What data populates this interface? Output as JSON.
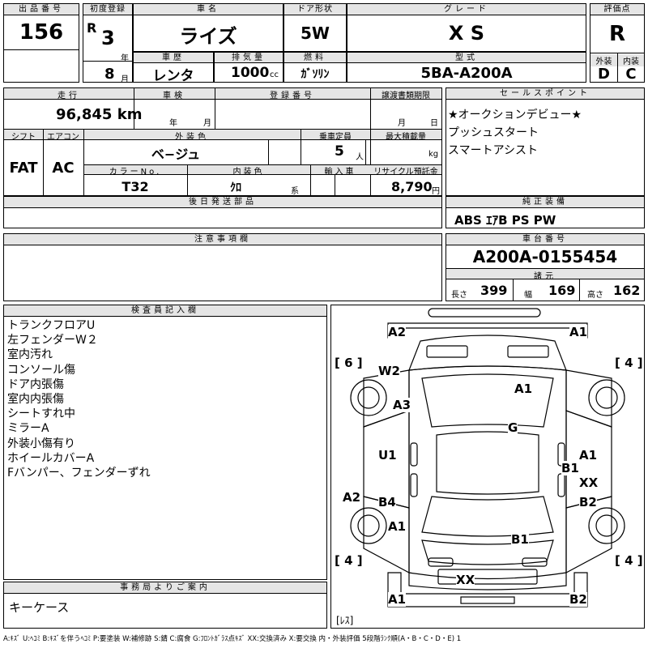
{
  "header": {
    "lot_label": "出品番号",
    "lot_value": "156",
    "first_reg_label": "初度登録",
    "era": "R",
    "year_value": "3",
    "year_unit": "年",
    "month_value": "8",
    "month_unit": "月",
    "car_name_label": "車名",
    "car_name": "ライズ",
    "history_label": "車歴",
    "history": "レンタ",
    "displacement_label": "排気量",
    "displacement": "1000",
    "displacement_unit": "cc",
    "door_label": "ドア形状",
    "door": "5W",
    "fuel_label": "燃料",
    "fuel": "ｶﾞｿﾘﾝ",
    "grade_label": "グレード",
    "grade": "X S",
    "model_label": "型式",
    "model": "5BA-A200A",
    "score_label": "評価点",
    "score": "R",
    "ext_label": "外装",
    "ext": "D",
    "int_label": "内装",
    "int": "C"
  },
  "row2": {
    "mileage_label": "走行",
    "mileage": "96,845 km",
    "inspection_label": "車検",
    "insp_year": "年",
    "insp_month": "月",
    "plate_label": "登録番号",
    "transfer_label": "譲渡書類期限",
    "transfer_month": "月",
    "transfer_day": "日",
    "shift_label": "シフト",
    "shift": "FAT",
    "ac_label": "エアコン",
    "ac": "AC",
    "color_label": "外装色",
    "color": "ベ−ジュ",
    "capacity_label": "乗車定員",
    "capacity": "5",
    "capacity_unit": "人",
    "load_label": "最大積載量",
    "load_unit": "kg",
    "color_no_label": "カラーNo.",
    "color_no": "T32",
    "int_color_label": "内装色",
    "int_color": "ｸﾛ",
    "int_color_unit": "系",
    "import_label": "輸入車",
    "recycle_label": "リサイクル預託金",
    "recycle": "8,790",
    "recycle_unit": "円",
    "later_label": "後日発送部品"
  },
  "sales_points": {
    "label": "セールスポイント",
    "items": [
      "★オークションデビュー★",
      "プッシュスタート",
      "スマートアシスト"
    ]
  },
  "equipment": {
    "label": "純正装備",
    "value": "ABS ｴｱB PS PW"
  },
  "notes": {
    "label": "注意事項欄"
  },
  "chassis": {
    "label": "車台番号",
    "value": "A200A-0155454",
    "dims_label": "諸元",
    "length_label": "長さ",
    "length": "399",
    "width_label": "幅",
    "width": "169",
    "height_label": "高さ",
    "height": "162"
  },
  "inspector": {
    "label": "検査員記入欄",
    "lines": [
      "トランクフロアU",
      "左フェンダーW２",
      "室内汚れ",
      "コンソール傷",
      "ドア内張傷",
      "室内内張傷",
      "シートすれ中",
      "ミラーA",
      "外装小傷有り",
      "ホイールカバーA",
      "Fバンパー、フェンダーずれ"
    ]
  },
  "office": {
    "label": "事務局よりご案内",
    "value": "キーケース"
  },
  "diagram": {
    "marks": [
      {
        "name": "mark-a2-top-left",
        "t": "A2"
      },
      {
        "name": "mark-a1-top-right",
        "t": "A1"
      },
      {
        "name": "mark-w2",
        "t": "W2"
      },
      {
        "name": "mark-a3",
        "t": "A3"
      },
      {
        "name": "mark-a1-roof",
        "t": "A1"
      },
      {
        "name": "mark-g",
        "t": "G"
      },
      {
        "name": "mark-u1",
        "t": "U1"
      },
      {
        "name": "mark-a1-right",
        "t": "A1"
      },
      {
        "name": "mark-b1-right",
        "t": "B1"
      },
      {
        "name": "mark-xx-right",
        "t": "XX"
      },
      {
        "name": "mark-a2-left",
        "t": "A2"
      },
      {
        "name": "mark-b4",
        "t": "B4"
      },
      {
        "name": "mark-b2-right",
        "t": "B2"
      },
      {
        "name": "mark-a1-left",
        "t": "A1"
      },
      {
        "name": "mark-b1-hood",
        "t": "B1"
      },
      {
        "name": "mark-xx-bottom",
        "t": "XX"
      },
      {
        "name": "mark-a1-bottom-left",
        "t": "A1"
      },
      {
        "name": "mark-b2-bottom-right",
        "t": "B2"
      }
    ],
    "tire_tl": "[ 6 ]",
    "tire_tr": "[ 4 ]",
    "tire_bl": "[ 4 ]",
    "tire_br": "[ 4 ]",
    "spare": "[ﾚｽ]"
  },
  "legend": "A:ｷｽﾞ U:ﾍｺﾐ B:ｷｽﾞを伴うﾍｺﾐ P:要塗装 W:補修跡 S:錆 C:腐食 G:ﾌﾛﾝﾄｶﾞﾗｽ点ｷｽﾞ XX:交換済み X:要交換 内・外装評価 5段階ﾗﾝｸ順(A・B・C・D・E) 1"
}
